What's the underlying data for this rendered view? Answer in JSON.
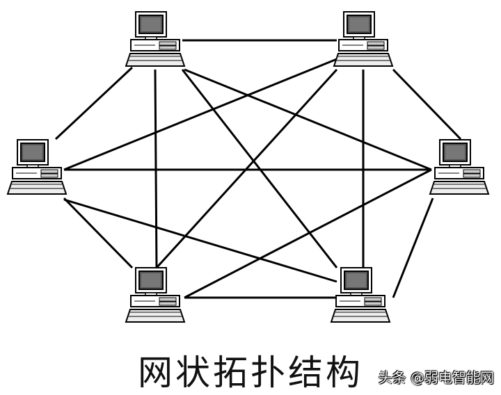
{
  "title": "网状拓扑结构",
  "watermark": "头条 @弱电智能网",
  "nodes": [
    {
      "id": "top-left"
    },
    {
      "id": "top-right"
    },
    {
      "id": "mid-left"
    },
    {
      "id": "mid-right"
    },
    {
      "id": "bottom-left"
    },
    {
      "id": "bottom-right"
    }
  ],
  "links": [
    [
      "top-left",
      "top-right"
    ],
    [
      "top-left",
      "mid-left"
    ],
    [
      "top-left",
      "bottom-left"
    ],
    [
      "top-left",
      "mid-right"
    ],
    [
      "top-left",
      "bottom-right"
    ],
    [
      "top-right",
      "mid-left"
    ],
    [
      "top-right",
      "bottom-left"
    ],
    [
      "top-right",
      "mid-right"
    ],
    [
      "top-right",
      "bottom-right"
    ],
    [
      "mid-left",
      "mid-right"
    ],
    [
      "mid-left",
      "bottom-left"
    ],
    [
      "mid-left",
      "bottom-right"
    ],
    [
      "mid-right",
      "bottom-left"
    ],
    [
      "mid-right",
      "bottom-right"
    ],
    [
      "bottom-left",
      "bottom-right"
    ]
  ]
}
